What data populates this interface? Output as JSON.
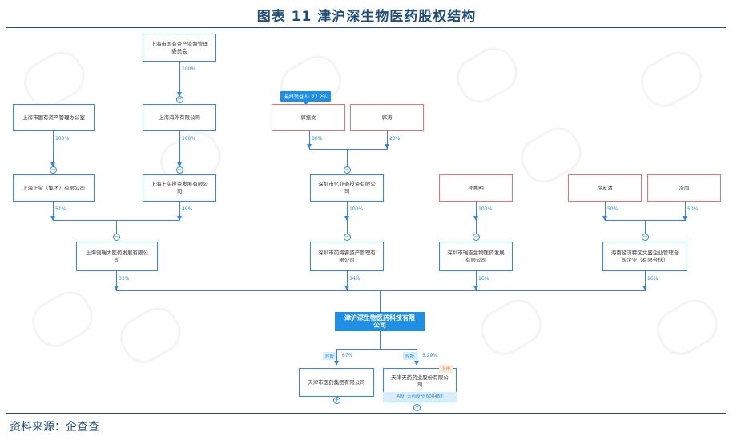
{
  "title": "图表 11  津沪深生物医药股权结构",
  "source": "资料来源：企查查",
  "nodes": {
    "sasac": "上海市国有资产监督管理委员会",
    "state_office": "上海市国有资产管理办公室",
    "overseas": "上海海外有限公司",
    "shangshi_group": "上海上实（集团）有限公司",
    "shangshi_invest": "上海上实投资发展有限公司",
    "pharm_shanghai": "上海创瑞大医药发展有限公司",
    "guo_zhenwen": "郭振文",
    "guo_tao": "郭涛",
    "shenzhen_yiyi": "深圳市亿亦道投资有限公司",
    "shenzhen_qianhai": "深圳市前海睿资产管理有限公司",
    "sun_huiming": "孙惠明",
    "shenzhen_ruidan": "深圳市瑞吉生物医药发展有限公司",
    "leng_youqing": "冷友清",
    "leng_yu": "冷雨",
    "hainan_partner": "海南经济特区文盛企业管理合伙企业（有限合伙）",
    "main": "津沪深生物医药科技有限公司",
    "tianjin_group": "天津市医药集团有限公司",
    "tianjin_tianyao": "天津天药药业股份有限公司"
  },
  "labels": {
    "top": "100%",
    "state_to_group": "100%",
    "overseas_to_invest": "100%",
    "group_pct": "51%",
    "invest_pct": "49%",
    "pharm_pct": "33%",
    "guo_zhenwen_pct": "80%",
    "guo_tao_pct": "20%",
    "yiyi_pct": "100%",
    "qianhai_pct": "34%",
    "sun_pct": "100%",
    "ruidan_pct": "16%",
    "leng_youqing_pct": "50%",
    "leng_yu_pct": "50%",
    "hainan_pct": "16%",
    "tianjin_group_pct": "67%",
    "tianyao_pct": "5.29%"
  },
  "tags": {
    "final_beneficiary": "最终受益人: 27.2%",
    "holding": "控股",
    "holding2": "控股",
    "listed": "上市",
    "stock": "A股: 天药股份 600488"
  },
  "toggle_symbol": "−",
  "expand_symbol": "+"
}
